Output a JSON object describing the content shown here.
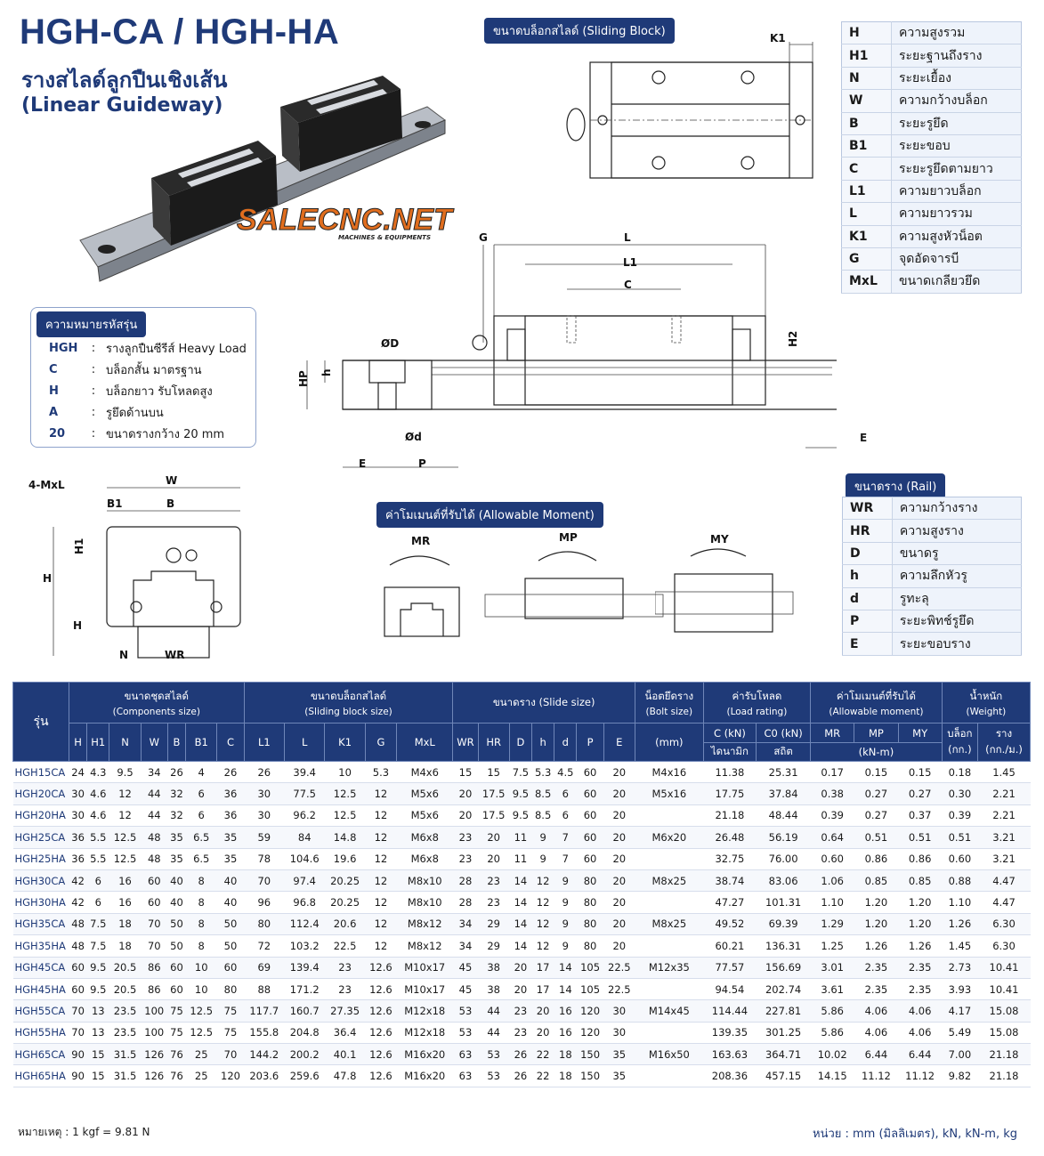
{
  "header": {
    "title": "HGH-CA / HGH-HA",
    "subtitle_th": "รางสไลด์ลูกปืนเชิงเส้น",
    "subtitle_en": "(Linear Guideway)",
    "watermark": "SALECNC.NET",
    "watermark_sub": "MACHINES & EQUIPMENTS"
  },
  "sliding_block": {
    "label": "ขนาดบล็อกสไลด์ (Sliding Block)",
    "dim_labels": {
      "k1": "K1",
      "g": "G",
      "l": "L",
      "l1": "L1",
      "c": "C",
      "h2": "H2",
      "e": "E",
      "od": "ØD",
      "h": "h",
      "hp": "HP",
      "d": "Ød",
      "p": "P",
      "e2": "E"
    }
  },
  "block_legend": [
    {
      "key": "H",
      "value": "ความสูงรวม"
    },
    {
      "key": "H1",
      "value": "ระยะฐานถึงราง"
    },
    {
      "key": "N",
      "value": "ระยะเยื้อง"
    },
    {
      "key": "W",
      "value": "ความกว้างบล็อก"
    },
    {
      "key": "B",
      "value": "ระยะรูยึด"
    },
    {
      "key": "B1",
      "value": "ระยะขอบ"
    },
    {
      "key": "C",
      "value": "ระยะรูยึดตามยาว"
    },
    {
      "key": "L1",
      "value": "ความยาวบล็อก"
    },
    {
      "key": "L",
      "value": "ความยาวรวม"
    },
    {
      "key": "K1",
      "value": "ความสูงหัวน็อต"
    },
    {
      "key": "G",
      "value": "จุดอัดจารบี"
    },
    {
      "key": "MxL",
      "value": "ขนาดเกลียวยึด"
    }
  ],
  "code_meaning": {
    "label": "ความหมายรหัสรุ่น",
    "items": [
      {
        "key": "HGH",
        "value": "รางลูกปืนซีรีส์ Heavy Load"
      },
      {
        "key": "C",
        "value": "บล็อกสั้น มาตรฐาน"
      },
      {
        "key": "H",
        "value": "บล็อกยาว รับโหลดสูง"
      },
      {
        "key": "A",
        "value": "รูยึดด้านบน"
      },
      {
        "key": "20",
        "value": "ขนาดรางกว้าง 20 mm"
      }
    ]
  },
  "front_view": {
    "mxl": "4-MxL",
    "w": "W",
    "b1": "B1",
    "b": "B",
    "h1": "H1",
    "h": "H",
    "h_bottom": "H",
    "n": "N",
    "wr": "WR"
  },
  "allowable_moment": {
    "label": "ค่าโมเมนต์ที่รับได้ (Allowable Moment)",
    "mr": "MR",
    "mp": "MP",
    "my": "MY"
  },
  "rail": {
    "label": "ขนาดราง (Rail)",
    "items": [
      {
        "key": "WR",
        "value": "ความกว้างราง"
      },
      {
        "key": "HR",
        "value": "ความสูงราง"
      },
      {
        "key": "D",
        "value": "ขนาดรู"
      },
      {
        "key": "h",
        "value": "ความลึกหัวรู"
      },
      {
        "key": "d",
        "value": "รูทะลุ"
      },
      {
        "key": "P",
        "value": "ระยะพิทช์รูยึด"
      },
      {
        "key": "E",
        "value": "ระยะขอบราง"
      }
    ]
  },
  "table": {
    "model_header": "รุ่น",
    "groups": {
      "components": "ขนาดชุดสไลด์",
      "components_en": "(Components size)",
      "block": "ขนาดบล็อกสไลด์",
      "block_en": "(Sliding block size)",
      "slide": "ขนาดราง (Slide size)",
      "bolt": "น็อตยึดราง",
      "bolt_en": "(Bolt size)",
      "load": "ค่ารับโหลด",
      "load_en": "(Load rating)",
      "moment": "ค่าโมเมนต์ที่รับได้",
      "moment_en": "(Allowable moment)",
      "weight": "น้ำหนัก",
      "weight_en": "(Weight)"
    },
    "sub": {
      "components": [
        "H",
        "H1",
        "N",
        "W",
        "B",
        "B1",
        "C"
      ],
      "block": [
        "L1",
        "L",
        "K1",
        "G",
        "MxL"
      ],
      "slide": [
        "WR",
        "HR",
        "D",
        "h",
        "d",
        "P",
        "E"
      ],
      "bolt": "(mm)",
      "load_c": "C (kN)",
      "load_c0": "C0 (kN)",
      "load_c_th": "ไดนามิก",
      "load_c0_th": "สถิต",
      "moment": [
        "MR",
        "MP",
        "MY"
      ],
      "moment_unit": "(kN-m)",
      "weight_block": "บล็อก",
      "weight_block_unit": "(กก.)",
      "weight_rail": "ราง",
      "weight_rail_unit": "(กก./ม.)"
    },
    "rows": [
      [
        "HGH15CA",
        "24",
        "4.3",
        "9.5",
        "34",
        "26",
        "4",
        "26",
        "26",
        "39.4",
        "10",
        "5.3",
        "M4x6",
        "15",
        "15",
        "7.5",
        "5.3",
        "4.5",
        "60",
        "20",
        "M4x16",
        "11.38",
        "25.31",
        "0.17",
        "0.15",
        "0.15",
        "0.18",
        "1.45"
      ],
      [
        "HGH20CA",
        "30",
        "4.6",
        "12",
        "44",
        "32",
        "6",
        "36",
        "30",
        "77.5",
        "12.5",
        "12",
        "M5x6",
        "20",
        "17.5",
        "9.5",
        "8.5",
        "6",
        "60",
        "20",
        "M5x16",
        "17.75",
        "37.84",
        "0.38",
        "0.27",
        "0.27",
        "0.30",
        "2.21"
      ],
      [
        "HGH20HA",
        "30",
        "4.6",
        "12",
        "44",
        "32",
        "6",
        "36",
        "30",
        "96.2",
        "12.5",
        "12",
        "M5x6",
        "20",
        "17.5",
        "9.5",
        "8.5",
        "6",
        "60",
        "20",
        "",
        "21.18",
        "48.44",
        "0.39",
        "0.27",
        "0.37",
        "0.39",
        "2.21"
      ],
      [
        "HGH25CA",
        "36",
        "5.5",
        "12.5",
        "48",
        "35",
        "6.5",
        "35",
        "59",
        "84",
        "14.8",
        "12",
        "M6x8",
        "23",
        "20",
        "11",
        "9",
        "7",
        "60",
        "20",
        "M6x20",
        "26.48",
        "56.19",
        "0.64",
        "0.51",
        "0.51",
        "0.51",
        "3.21"
      ],
      [
        "HGH25HA",
        "36",
        "5.5",
        "12.5",
        "48",
        "35",
        "6.5",
        "35",
        "78",
        "104.6",
        "19.6",
        "12",
        "M6x8",
        "23",
        "20",
        "11",
        "9",
        "7",
        "60",
        "20",
        "",
        "32.75",
        "76.00",
        "0.60",
        "0.86",
        "0.86",
        "0.60",
        "3.21"
      ],
      [
        "HGH30CA",
        "42",
        "6",
        "16",
        "60",
        "40",
        "8",
        "40",
        "70",
        "97.4",
        "20.25",
        "12",
        "M8x10",
        "28",
        "23",
        "14",
        "12",
        "9",
        "80",
        "20",
        "M8x25",
        "38.74",
        "83.06",
        "1.06",
        "0.85",
        "0.85",
        "0.88",
        "4.47"
      ],
      [
        "HGH30HA",
        "42",
        "6",
        "16",
        "60",
        "40",
        "8",
        "40",
        "96",
        "96.8",
        "20.25",
        "12",
        "M8x10",
        "28",
        "23",
        "14",
        "12",
        "9",
        "80",
        "20",
        "",
        "47.27",
        "101.31",
        "1.10",
        "1.20",
        "1.20",
        "1.10",
        "4.47"
      ],
      [
        "HGH35CA",
        "48",
        "7.5",
        "18",
        "70",
        "50",
        "8",
        "50",
        "80",
        "112.4",
        "20.6",
        "12",
        "M8x12",
        "34",
        "29",
        "14",
        "12",
        "9",
        "80",
        "20",
        "M8x25",
        "49.52",
        "69.39",
        "1.29",
        "1.20",
        "1.20",
        "1.26",
        "6.30"
      ],
      [
        "HGH35HA",
        "48",
        "7.5",
        "18",
        "70",
        "50",
        "8",
        "50",
        "72",
        "103.2",
        "22.5",
        "12",
        "M8x12",
        "34",
        "29",
        "14",
        "12",
        "9",
        "80",
        "20",
        "",
        "60.21",
        "136.31",
        "1.25",
        "1.26",
        "1.26",
        "1.45",
        "6.30"
      ],
      [
        "HGH45CA",
        "60",
        "9.5",
        "20.5",
        "86",
        "60",
        "10",
        "60",
        "69",
        "139.4",
        "23",
        "12.6",
        "M10x17",
        "45",
        "38",
        "20",
        "17",
        "14",
        "105",
        "22.5",
        "M12x35",
        "77.57",
        "156.69",
        "3.01",
        "2.35",
        "2.35",
        "2.73",
        "10.41"
      ],
      [
        "HGH45HA",
        "60",
        "9.5",
        "20.5",
        "86",
        "60",
        "10",
        "80",
        "88",
        "171.2",
        "23",
        "12.6",
        "M10x17",
        "45",
        "38",
        "20",
        "17",
        "14",
        "105",
        "22.5",
        "",
        "94.54",
        "202.74",
        "3.61",
        "2.35",
        "2.35",
        "3.93",
        "10.41"
      ],
      [
        "HGH55CA",
        "70",
        "13",
        "23.5",
        "100",
        "75",
        "12.5",
        "75",
        "117.7",
        "160.7",
        "27.35",
        "12.6",
        "M12x18",
        "53",
        "44",
        "23",
        "20",
        "16",
        "120",
        "30",
        "M14x45",
        "114.44",
        "227.81",
        "5.86",
        "4.06",
        "4.06",
        "4.17",
        "15.08"
      ],
      [
        "HGH55HA",
        "70",
        "13",
        "23.5",
        "100",
        "75",
        "12.5",
        "75",
        "155.8",
        "204.8",
        "36.4",
        "12.6",
        "M12x18",
        "53",
        "44",
        "23",
        "20",
        "16",
        "120",
        "30",
        "",
        "139.35",
        "301.25",
        "5.86",
        "4.06",
        "4.06",
        "5.49",
        "15.08"
      ],
      [
        "HGH65CA",
        "90",
        "15",
        "31.5",
        "126",
        "76",
        "25",
        "70",
        "144.2",
        "200.2",
        "40.1",
        "12.6",
        "M16x20",
        "63",
        "53",
        "26",
        "22",
        "18",
        "150",
        "35",
        "M16x50",
        "163.63",
        "364.71",
        "10.02",
        "6.44",
        "6.44",
        "7.00",
        "21.18"
      ],
      [
        "HGH65HA",
        "90",
        "15",
        "31.5",
        "126",
        "76",
        "25",
        "120",
        "203.6",
        "259.6",
        "47.8",
        "12.6",
        "M16x20",
        "63",
        "53",
        "26",
        "22",
        "18",
        "150",
        "35",
        "",
        "208.36",
        "457.15",
        "14.15",
        "11.12",
        "11.12",
        "9.82",
        "21.18"
      ]
    ]
  },
  "footer": {
    "note": "หมายเหตุ : 1 kgf = 9.81 N",
    "units": "หน่วย : mm (มิลลิเมตร), kN, kN-m, kg"
  }
}
